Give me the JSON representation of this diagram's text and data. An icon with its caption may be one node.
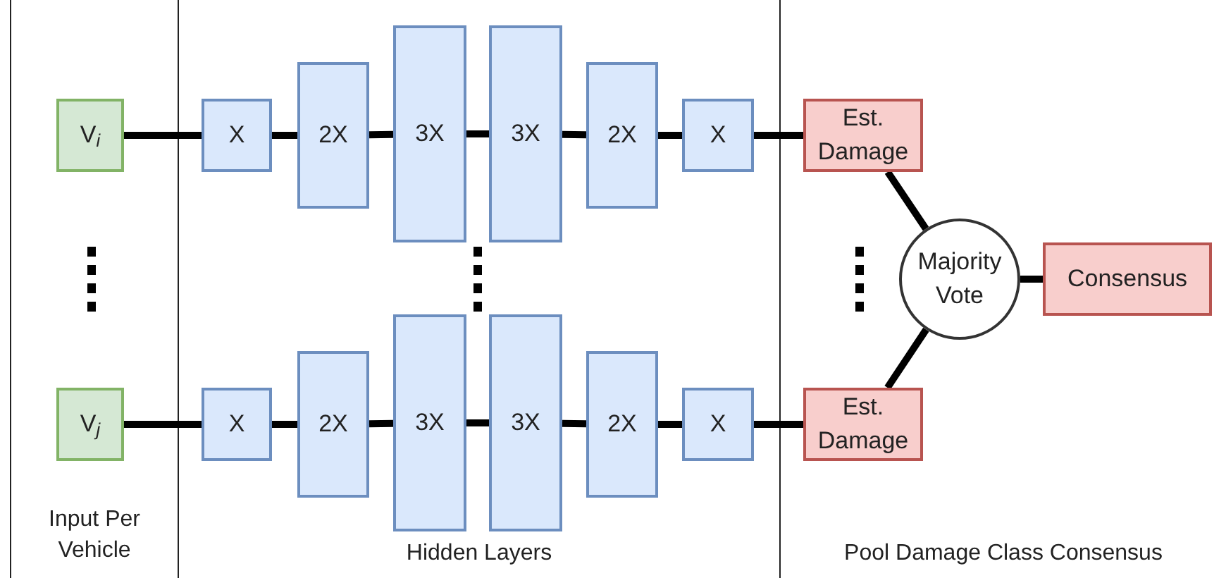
{
  "diagram": {
    "nodes": [
      {
        "text": [
          "V$_{i}$"
        ]
      },
      {
        "text": [
          "X"
        ]
      },
      {
        "text": [
          "2X"
        ]
      },
      {
        "text": [
          "3X"
        ]
      },
      {
        "text": [
          "3X"
        ]
      },
      {
        "text": [
          "2X"
        ]
      },
      {
        "text": [
          "X"
        ]
      },
      {
        "text": [
          "Est. Damage"
        ]
      },
      {
        "text": [
          "V$_{j}$"
        ]
      },
      {
        "text": [
          "X"
        ]
      },
      {
        "text": [
          "2X"
        ]
      },
      {
        "text": [
          "3X"
        ]
      },
      {
        "text": [
          "3X"
        ]
      },
      {
        "text": [
          "2X"
        ]
      },
      {
        "text": [
          "X"
        ]
      },
      {
        "text": [
          "Est. Damage"
        ]
      },
      {
        "text": [
          "Majority Vote"
        ]
      },
      {
        "text": [
          "Consensus"
        ]
      }
    ],
    "edges": [
      {
        "from": 0,
        "to": 1,
        "arrow": "none"
      },
      {
        "from": 1,
        "to": 2,
        "arrow": "none"
      },
      {
        "from": 2,
        "to": 3,
        "arrow": "none"
      },
      {
        "from": 3,
        "to": 4,
        "arrow": "none"
      },
      {
        "from": 4,
        "to": 5,
        "arrow": "none"
      },
      {
        "from": 5,
        "to": 6,
        "arrow": "none"
      },
      {
        "from": 6,
        "to": 7,
        "arrow": "none"
      },
      {
        "from": 8,
        "to": 9,
        "arrow": "none"
      },
      {
        "from": 9,
        "to": 10,
        "arrow": "none"
      },
      {
        "from": 10,
        "to": 11,
        "arrow": "none"
      },
      {
        "from": 11,
        "to": 12,
        "arrow": "none"
      },
      {
        "from": 12,
        "to": 13,
        "arrow": "none"
      },
      {
        "from": 13,
        "to": 14,
        "arrow": "none"
      },
      {
        "from": 14,
        "to": 15,
        "arrow": "none"
      },
      {
        "from": 7,
        "to": 16,
        "arrow": "none"
      },
      {
        "from": 15,
        "to": 16,
        "arrow": "none"
      },
      {
        "from": 16,
        "to": 17,
        "arrow": "none"
      }
    ],
    "labels": [
      "Input Per Vehicle",
      "Hidden Layers",
      "Pool Damage Class Consensus"
    ]
  }
}
